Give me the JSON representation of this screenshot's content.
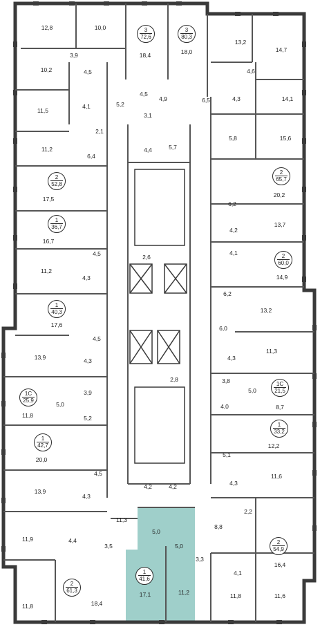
{
  "colors": {
    "wall": "#3a3a3a",
    "highlight": "#9fcfca",
    "line": "#555555"
  },
  "rooms": {
    "r1": "12,8",
    "r2": "10,0",
    "r3": "18,4",
    "r4": "18,0",
    "r5": "13,2",
    "r6": "14,7",
    "r7": "3,9",
    "r8": "10,2",
    "r9": "4,5",
    "r10": "4,6",
    "r11": "4,5",
    "r12": "4,9",
    "r13": "6,5",
    "r14": "4,3",
    "r15": "14,1",
    "r16": "11,5",
    "r17": "4,1",
    "r18": "5,2",
    "r19": "3,1",
    "r20": "2,1",
    "r21": "5,8",
    "r22": "15,6",
    "r23": "11,2",
    "r24": "6,4",
    "r25": "4,4",
    "r26": "5,7",
    "r27": "17,5",
    "r28": "20,2",
    "r29": "6,2",
    "r30": "13,7",
    "r31": "4,2",
    "r32": "16,7",
    "r33": "4,1",
    "r34": "4,5",
    "r35": "2,6",
    "r36": "14,9",
    "r37": "11,2",
    "r38": "4,3",
    "r39": "6,2",
    "r40": "13,2",
    "r41": "17,6",
    "r42": "6,0",
    "r43": "4,5",
    "r44": "11,3",
    "r45": "13,9",
    "r46": "4,3",
    "r47": "4,3",
    "r48": "3,9",
    "r49": "2,8",
    "r50": "3,8",
    "r51": "5,0",
    "r52": "5,0",
    "r53": "5,2",
    "r54": "4,0",
    "r55": "8,7",
    "r56": "11,8",
    "r57": "12,2",
    "r58": "20,0",
    "r59": "5,1",
    "r60": "4,5",
    "r61": "4,3",
    "r62": "11,6",
    "r63": "13,9",
    "r64": "4,3",
    "r65": "4,2",
    "r66": "4,2",
    "r67": "11,3",
    "r68": "2,2",
    "r69": "5,0",
    "r70": "8,8",
    "r71": "11,9",
    "r72": "4,4",
    "r73": "3,5",
    "r74": "5,0",
    "r75": "3,3",
    "r76": "16,4",
    "r77": "4,1",
    "r78": "18,4",
    "r79": "17,1",
    "r80": "11,2",
    "r81": "11,8",
    "r82": "11,8",
    "r83": "11,6"
  },
  "apartments": {
    "a1": {
      "rooms": "3",
      "area": "72,6"
    },
    "a2": {
      "rooms": "3",
      "area": "80,3"
    },
    "a3": {
      "rooms": "2",
      "area": "52,8"
    },
    "a4": {
      "rooms": "2",
      "area": "65,7"
    },
    "a5": {
      "rooms": "1",
      "area": "36,7"
    },
    "a6": {
      "rooms": "2",
      "area": "60,0"
    },
    "a7": {
      "rooms": "1",
      "area": "40,3"
    },
    "a8": {
      "rooms": "1C",
      "area": "25,9"
    },
    "a9": {
      "rooms": "1C",
      "area": "21,5"
    },
    "a10": {
      "rooms": "1",
      "area": "33,2"
    },
    "a11": {
      "rooms": "1",
      "area": "42,7"
    },
    "a12": {
      "rooms": "2",
      "area": "54,9"
    },
    "a13": {
      "rooms": "2",
      "area": "61,3"
    },
    "a14": {
      "rooms": "1",
      "area": "41,6"
    }
  }
}
